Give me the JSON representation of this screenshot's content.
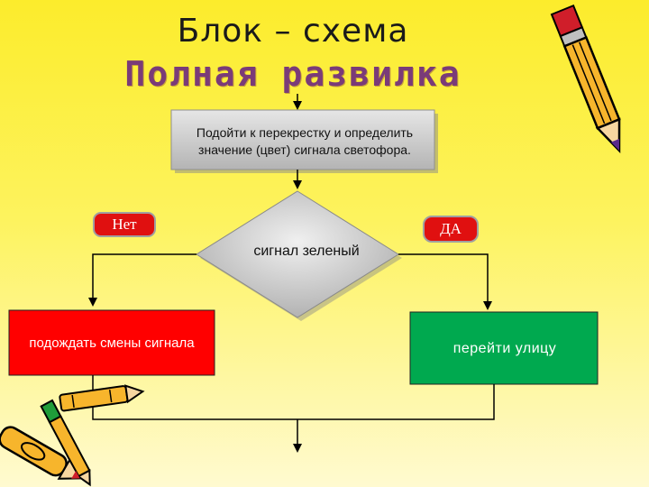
{
  "title": "Блок – схема",
  "subtitle": "Полная развилка",
  "nodes": {
    "start": "Подойти к перекрестку и определить значение (цвет) сигнала светофора.",
    "condition": "сигнал зеленый",
    "no_label": "Нет",
    "yes_label": "ДА",
    "no_action": "подождать смены сигнала",
    "yes_action": "перейти улицу"
  },
  "colors": {
    "background": "#fcec2c",
    "subtitle": "#7a3b78",
    "process_box": "#c8c8c8",
    "no_action": "#ff0000",
    "yes_action": "#00a94f",
    "label_badge": "#e01010"
  },
  "decorations": [
    "pencil-icon",
    "crayons-icon"
  ]
}
